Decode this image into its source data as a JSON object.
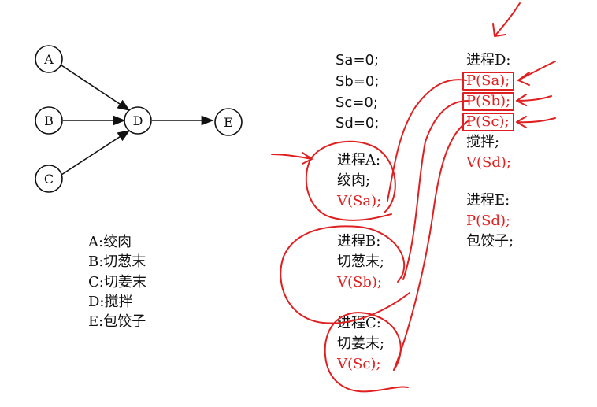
{
  "graph": {
    "nodes": [
      "A",
      "B",
      "C",
      "D",
      "E"
    ]
  },
  "legend": [
    "A:绞肉",
    "B:切葱末",
    "C:切姜末",
    "D:搅拌",
    "E:包饺子"
  ],
  "semaphores": [
    "Sa=0;",
    "Sb=0;",
    "Sc=0;",
    "Sd=0;"
  ],
  "process_a": {
    "title": "进程A:",
    "op": "绞肉;",
    "signal": "V(Sa);"
  },
  "process_b": {
    "title": "进程B:",
    "op": "切葱末;",
    "signal": "V(Sb);"
  },
  "process_c": {
    "title": "进程C:",
    "op": "切姜末;",
    "signal": "V(Sc);"
  },
  "process_d": {
    "title": "进程D:",
    "wait1": "P(Sa);",
    "wait2": "P(Sb);",
    "wait3": "P(Sc);",
    "op": "搅拌;",
    "signal": "V(Sd);"
  },
  "process_e": {
    "title": "进程E:",
    "wait": "P(Sd);",
    "op": "包饺子;"
  },
  "colors": {
    "ink": "#111111",
    "annotation": "#e02020"
  }
}
